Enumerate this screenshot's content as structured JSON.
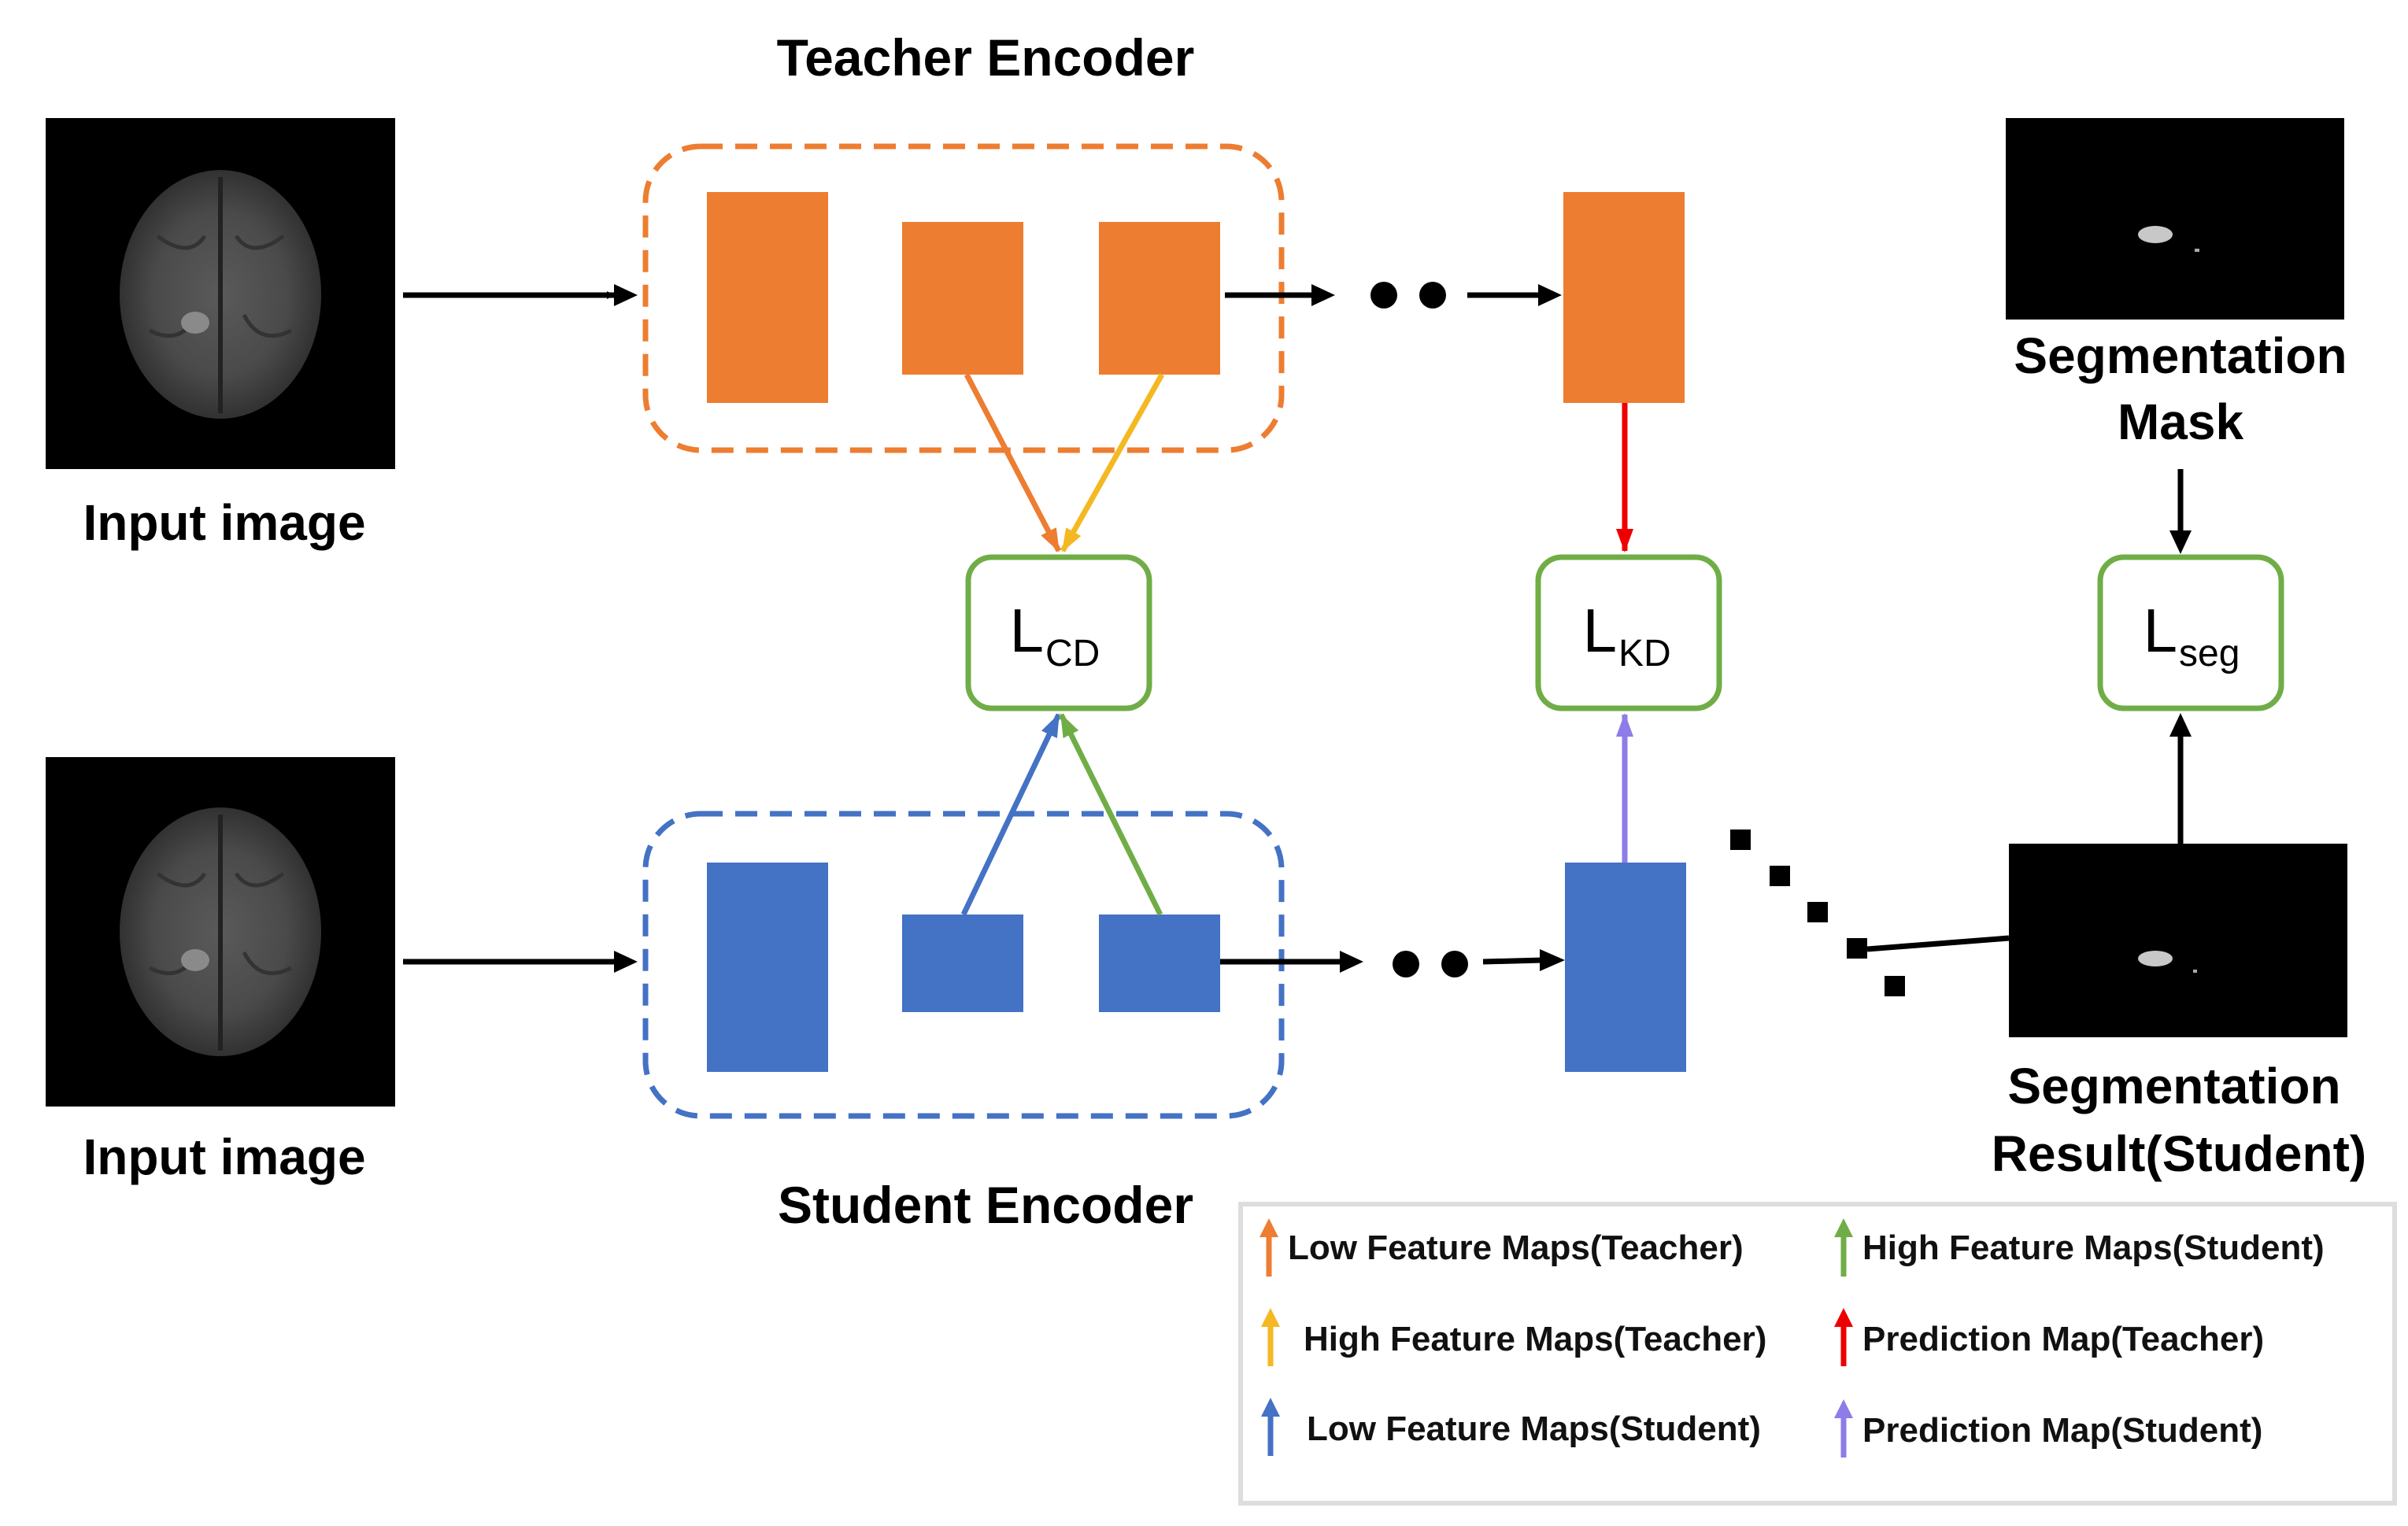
{
  "diagram": {
    "teacher_title": "Teacher Encoder",
    "student_title": "Student Encoder",
    "input_caption_top": "Input image",
    "input_caption_bottom": "Input image",
    "mask_caption_line1": "Segmentation",
    "mask_caption_line2": "Mask",
    "result_caption_line1": "Segmentation",
    "result_caption_line2": "Result(Student)",
    "losses": {
      "cd": {
        "main": "L",
        "sub": "CD"
      },
      "kd": {
        "main": "L",
        "sub": "KD"
      },
      "seg": {
        "main": "L",
        "sub": "seg"
      }
    }
  },
  "legend": {
    "items": [
      {
        "label": "Low Feature Maps(Teacher)",
        "color": "#ED7D31"
      },
      {
        "label": "High Feature Maps(Student)",
        "color": "#70AD47"
      },
      {
        "label": "High Feature Maps(Teacher)",
        "color": "#F4B823"
      },
      {
        "label": "Prediction Map(Teacher)",
        "color": "#EE0000"
      },
      {
        "label": "Low Feature Maps(Student)",
        "color": "#4472C4"
      },
      {
        "label": "Prediction Map(Student)",
        "color": "#8E7CE8"
      }
    ]
  },
  "colors": {
    "teacher": "#ED7D31",
    "student": "#4472C4",
    "loss_box_border": "#70AD47",
    "arrow": "#000000"
  }
}
